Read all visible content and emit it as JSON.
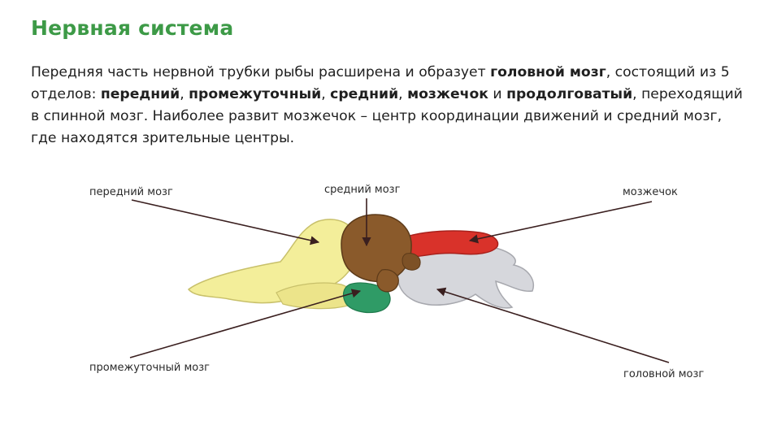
{
  "title": "Нервная система",
  "paragraph": {
    "s1": "Передняя часть нервной трубки рыбы расширена и образует ",
    "b1": "головной мозг",
    "s2": ", состоящий из 5 отделов: ",
    "b2": "передний",
    "s3": ", ",
    "b3": "промежуточный",
    "s4": ", ",
    "b4": "средний",
    "s5": ", ",
    "b5": "мозжечок",
    "s6": " и ",
    "b6": "продолговатый",
    "s7": ", переходящий в спинной мозг. Наиболее развит мозжечок – центр координации движений и средний мозг, где находятся зрительные центры."
  },
  "labels": {
    "forebrain": "передний мозг",
    "midbrain": "средний мозг",
    "cerebellum": "мозжечок",
    "diencephalon": "промежуточный мозг",
    "brain": "головной мозг"
  },
  "colors": {
    "title": "#3d9a47",
    "forebrain": "#f3ee9a",
    "midbrain": "#8a5a2b",
    "cerebellum": "#d9322a",
    "diencephalon": "#2f9b66",
    "medulla": "#d6d7dc"
  }
}
